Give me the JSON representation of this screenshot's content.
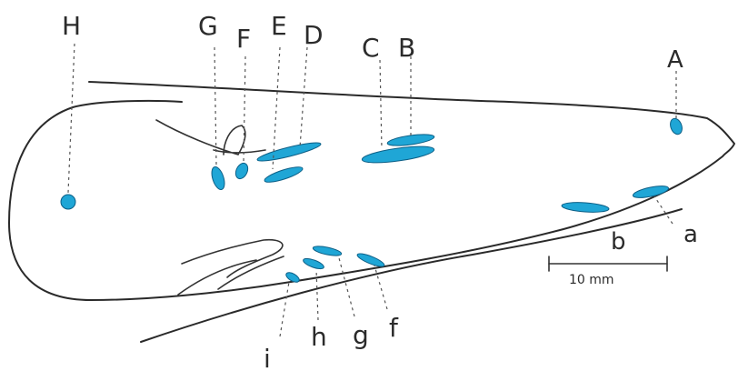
{
  "labels": {
    "H": "H",
    "G": "G",
    "F": "F",
    "E": "E",
    "D": "D",
    "C": "C",
    "B": "B",
    "A": "A",
    "a": "a",
    "b": "b",
    "f": "f",
    "g": "g",
    "h": "h",
    "i": "i"
  },
  "scale_bar": {
    "label": "10 mm"
  },
  "colors": {
    "lesion": "#1fa6d6",
    "lesion_dark": "#0d5f86",
    "outline": "#2a2a2a"
  }
}
